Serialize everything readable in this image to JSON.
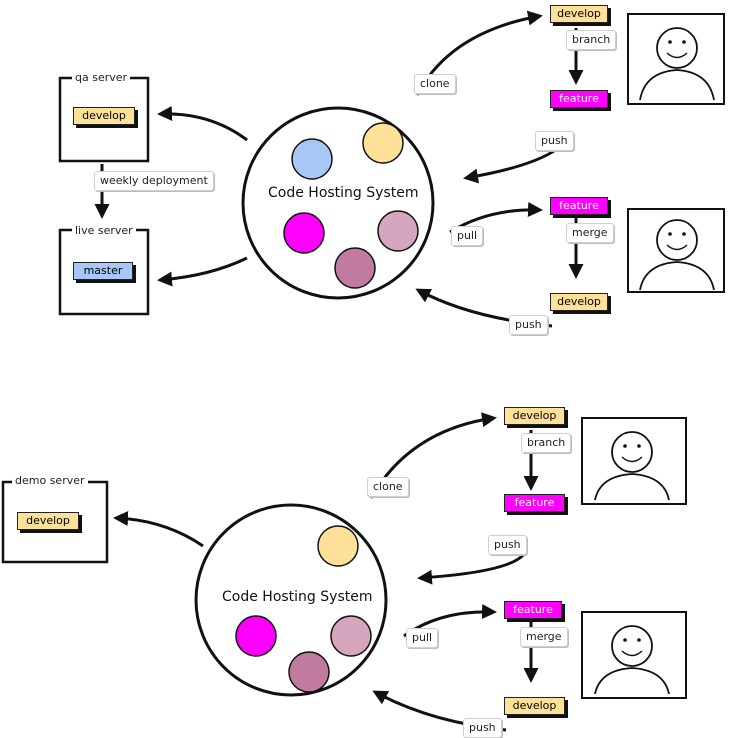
{
  "colors": {
    "develop": "#fde199",
    "feature": "#ff00ff",
    "master": "#a7c7f7",
    "pink": "#d5a6bd",
    "mauve": "#c27ba0",
    "stroke": "#111111"
  },
  "top": {
    "hub_label": "Code Hosting System",
    "qa_server": {
      "title": "qa server",
      "branch": "develop"
    },
    "live_server": {
      "title": "live server",
      "branch": "master"
    },
    "deploy_label": "weekly deployment",
    "dev1": {
      "clone": "clone",
      "develop": "develop",
      "branch": "branch",
      "feature": "feature",
      "push": "push"
    },
    "dev2": {
      "pull": "pull",
      "feature": "feature",
      "merge": "merge",
      "develop": "develop",
      "push": "push"
    }
  },
  "bottom": {
    "hub_label": "Code Hosting System",
    "demo_server": {
      "title": "demo server",
      "branch": "develop"
    },
    "dev1": {
      "clone": "clone",
      "develop": "develop",
      "branch": "branch",
      "feature": "feature",
      "push": "push"
    },
    "dev2": {
      "pull": "pull",
      "feature": "feature",
      "merge": "merge",
      "develop": "develop",
      "push": "push"
    }
  },
  "icons": [
    "user-avatar-icon",
    "arrow-icon"
  ]
}
